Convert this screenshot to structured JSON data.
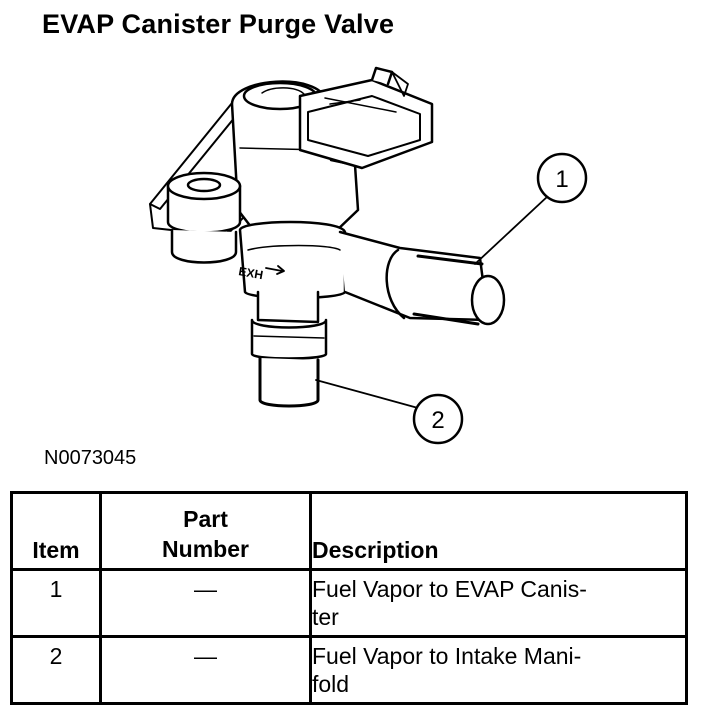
{
  "title": "EVAP Canister Purge Valve",
  "figure": {
    "id": "N0073045",
    "callouts": [
      "1",
      "2"
    ],
    "arrow_text": "EXH"
  },
  "table": {
    "headers": {
      "item": "Item",
      "part_line1": "Part",
      "part_line2": "Number",
      "description": "Description"
    },
    "rows": [
      {
        "item": "1",
        "part_number": "—",
        "description_line1": "Fuel Vapor to EVAP Canis-",
        "description_line2": "ter"
      },
      {
        "item": "2",
        "part_number": "—",
        "description_line1": "Fuel Vapor to Intake Mani-",
        "description_line2": "fold"
      }
    ]
  }
}
